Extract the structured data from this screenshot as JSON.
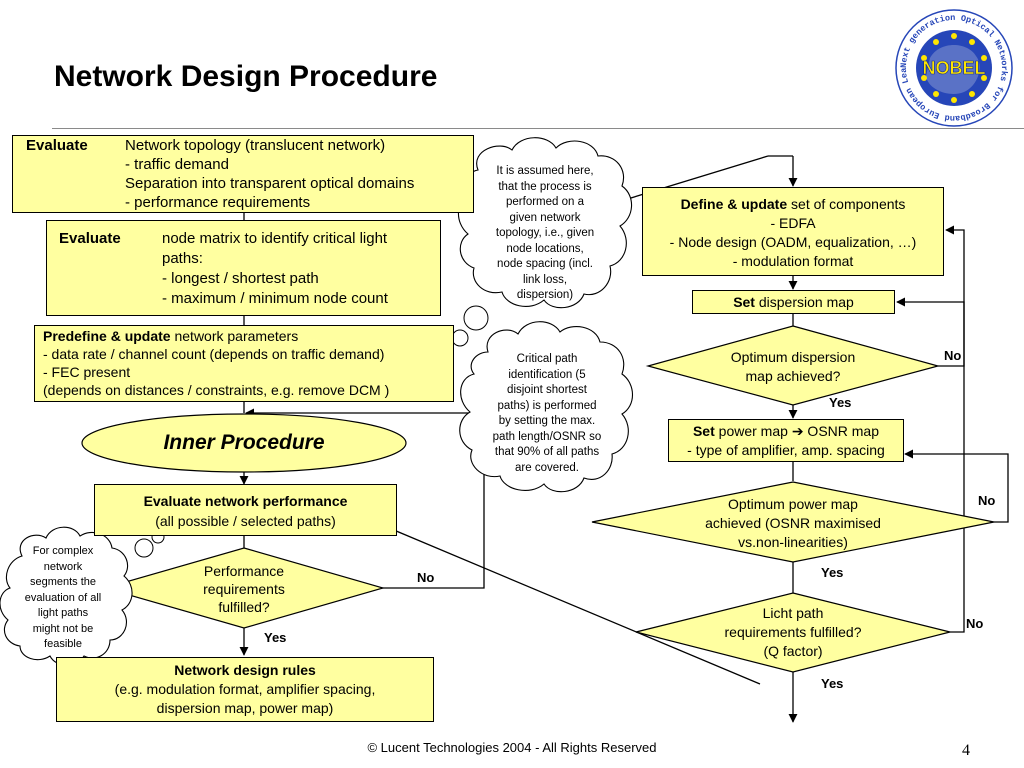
{
  "title": "Network Design Procedure",
  "logo_text": "NOBEL",
  "logo_ring_text": "Next generation Optical Networks for Broadband European Leadership",
  "box1": {
    "keyword": "Evaluate",
    "lines": [
      "Network topology (translucent network)",
      "- traffic demand",
      "Separation into transparent optical domains",
      "- performance requirements"
    ]
  },
  "box2": {
    "keyword": "Evaluate",
    "lines": [
      "node matrix to identify critical light",
      "paths:",
      "- longest / shortest path",
      "- maximum / minimum node count"
    ]
  },
  "box3": {
    "keyword": "Predefine & update",
    "first_rest": " network parameters",
    "lines": [
      "- data rate / channel count (depends on traffic demand)",
      "- FEC present",
      "(depends on distances / constraints, e.g. remove DCM )"
    ]
  },
  "inner_procedure": "Inner Procedure",
  "eval_perf": {
    "line1": "Evaluate network performance",
    "line2": "(all possible / selected paths)"
  },
  "perf_diamond": [
    "Performance",
    "requirements",
    "fulfilled?"
  ],
  "rules_box": {
    "line1": "Network design rules",
    "line2": "(e.g. modulation format, amplifier spacing,",
    "line3": "dispersion map, power map)"
  },
  "right": {
    "define_box": {
      "keyword": "Define & update",
      "rest": " set of components",
      "lines": [
        "- EDFA",
        "- Node design (OADM, equalization, …)",
        "- modulation format"
      ]
    },
    "set_disp": {
      "keyword": "Set",
      "rest": " dispersion map"
    },
    "disp_diamond": [
      "Optimum dispersion",
      "map achieved?"
    ],
    "set_power": {
      "keyword": "Set",
      "rest1": " power map ",
      "arrow": "➔",
      "rest2": " OSNR map",
      "line2": "- type of amplifier, amp. spacing"
    },
    "power_diamond": [
      "Optimum power map",
      "achieved (OSNR maximised",
      "vs.non-linearities)"
    ],
    "licht_diamond": [
      "Licht path",
      "requirements fulfilled?",
      "(Q factor)"
    ]
  },
  "labels": {
    "no": "No",
    "yes": "Yes"
  },
  "clouds": {
    "cloud1": [
      "It is assumed here,",
      "that the process is",
      "performed on a",
      "given network",
      "topology, i.e., given",
      "node locations,",
      "node spacing (incl.",
      "link loss,",
      "dispersion)"
    ],
    "cloud2": [
      "Critical path",
      "identification (5",
      "disjoint shortest",
      "paths) is performed",
      "by setting the max.",
      "path length/OSNR so",
      "that 90% of all paths",
      "are covered."
    ],
    "cloud3": [
      "For complex",
      "network",
      "segments the",
      "evaluation of all",
      "light paths",
      "might not be",
      "feasible"
    ]
  },
  "footer": "© Lucent Technologies 2004 - All Rights Reserved",
  "page_number": "4",
  "colors": {
    "box_fill": "#ffffa0",
    "logo_blue": "#2646b8",
    "logo_yellow": "#ffe600"
  }
}
